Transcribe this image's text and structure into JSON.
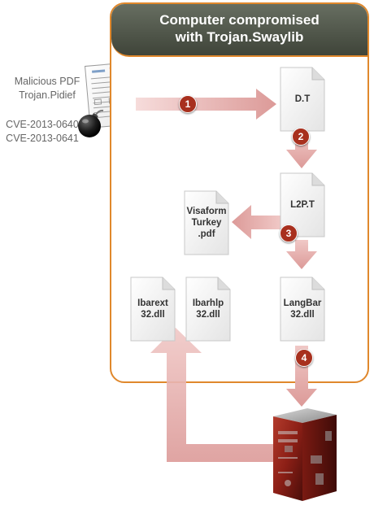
{
  "panel": {
    "title_line1": "Computer compromised",
    "title_line2": "with Trojan.Swaylib"
  },
  "left_labels": {
    "malware_type": "Malicious PDF",
    "malware_name": "Trojan.Pidief",
    "cve1": "CVE-2013-0640",
    "cve2": "CVE-2013-0641"
  },
  "files": {
    "dt": "D.T",
    "l2pt": "L2P.T",
    "visaform_1": "Visaform",
    "visaform_2": "Turkey",
    "visaform_3": ".pdf",
    "ibarext_1": "Ibarext",
    "ibarext_2": "32.dll",
    "ibarhlp_1": "Ibarhlp",
    "ibarhlp_2": "32.dll",
    "langbar_1": "LangBar",
    "langbar_2": "32.dll"
  },
  "steps": [
    "1",
    "2",
    "3",
    "4"
  ],
  "colors": {
    "panel_border": "#e0882c",
    "header": "#4f5548",
    "arrow": "#e3aaa8",
    "badge": "#a8301e"
  },
  "icons": {
    "pdf": "pdf-document-icon",
    "bomb": "bomb-icon",
    "server": "server-tower-icon"
  }
}
